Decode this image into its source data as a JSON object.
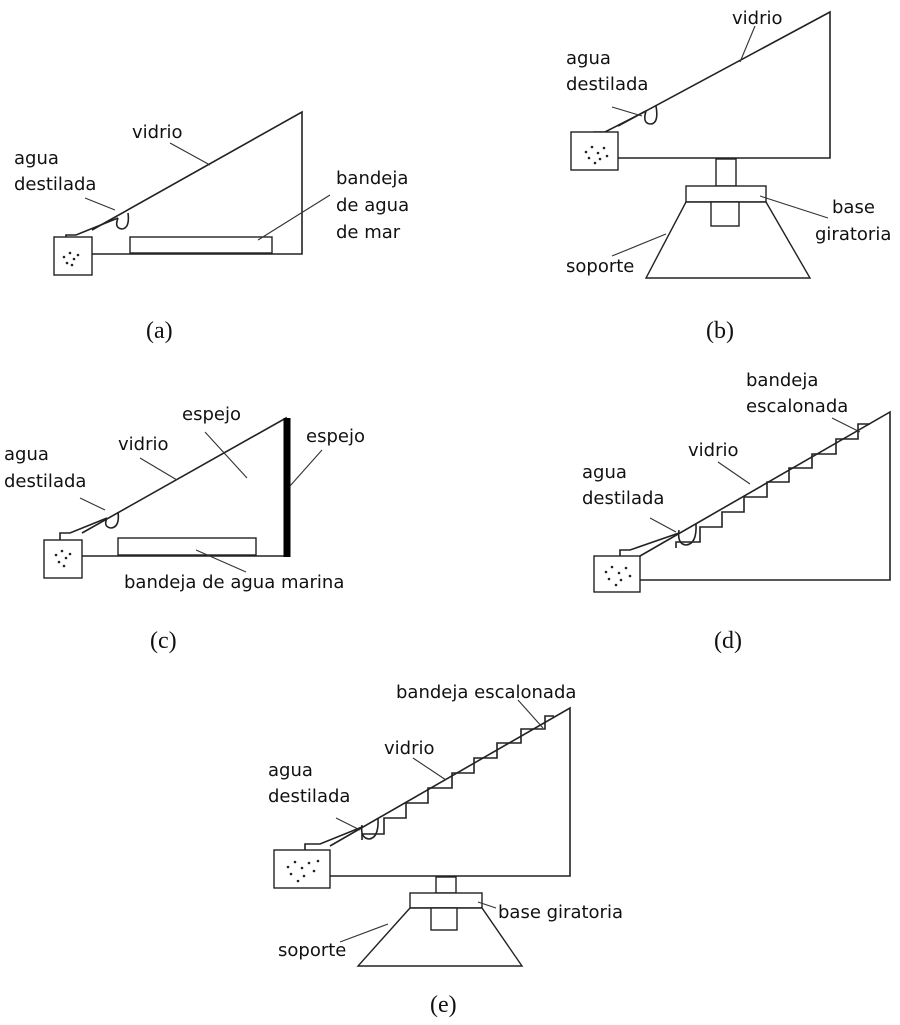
{
  "panels": {
    "a": {
      "caption": "(a)",
      "labels": {
        "vidrio": "vidrio",
        "agua_l1": "agua",
        "agua_l2": "destilada",
        "bandeja_l1": "bandeja",
        "bandeja_l2": "de agua",
        "bandeja_l3": "de mar"
      }
    },
    "b": {
      "caption": "(b)",
      "labels": {
        "vidrio": "vidrio",
        "agua_l1": "agua",
        "agua_l2": "destilada",
        "base_l1": "base",
        "base_l2": "giratoria",
        "soporte": "soporte"
      }
    },
    "c": {
      "caption": "(c)",
      "labels": {
        "espejo_top": "espejo",
        "espejo_side": "espejo",
        "vidrio": "vidrio",
        "agua_l1": "agua",
        "agua_l2": "destilada",
        "bandeja": "bandeja de agua marina"
      }
    },
    "d": {
      "caption": "(d)",
      "labels": {
        "bandeja_l1": "bandeja",
        "bandeja_l2": "escalonada",
        "vidrio": "vidrio",
        "agua_l1": "agua",
        "agua_l2": "destilada"
      }
    },
    "e": {
      "caption": "(e)",
      "labels": {
        "bandeja": "bandeja escalonada",
        "vidrio": "vidrio",
        "agua_l1": "agua",
        "agua_l2": "destilada",
        "base": "base giratoria",
        "soporte": "soporte"
      }
    }
  }
}
